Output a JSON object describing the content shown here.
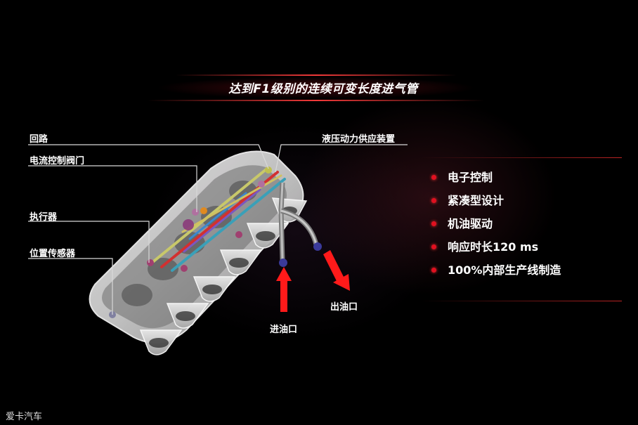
{
  "title": "达到F1级别的连续可变长度进气管",
  "labels": {
    "loop": "回路",
    "valve": "电流控制阀门",
    "actuator": "执行器",
    "sensor": "位置传感器",
    "hydraulic": "液压动力供应装置",
    "inlet": "进油口",
    "outlet": "出油口"
  },
  "features": [
    {
      "text": "电子控制"
    },
    {
      "text": "紧凑型设计"
    },
    {
      "text": "机油驱动"
    },
    {
      "text": "响应时长120 ms"
    },
    {
      "text": "100%内部生产线制造"
    }
  ],
  "colors": {
    "accent_red": "#e01020",
    "arrow_red": "#ff1a1a"
  },
  "watermark": "爱卡汽车"
}
